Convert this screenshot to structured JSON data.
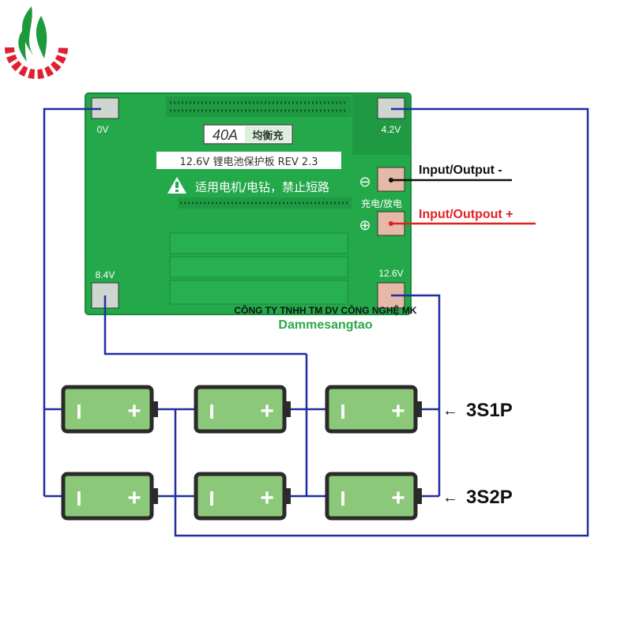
{
  "pcb": {
    "current_rating": "40A",
    "balance_label": "均衡充",
    "model_line": "12.6V 锂电池保护板 REV 2.3",
    "warning_line": "适用电机/电钻，禁止短路",
    "charge_discharge": "充电/放电",
    "minus_symbol": "⊖",
    "plus_symbol": "⊕",
    "pads": {
      "p0v": "0V",
      "p42v": "4.2V",
      "p84v": "8.4V",
      "p126v": "12.6V"
    }
  },
  "labels": {
    "output_negative": "Input/Output -",
    "output_positive": "Input/Outpout +",
    "config_1": "3S1P",
    "config_2": "3S2P",
    "arrow": "←"
  },
  "watermark": {
    "company": "CÔNG TY TNHH TM DV CÔNG NGHỆ MK",
    "brand": "Dammesangtao"
  },
  "battery": {
    "minus": "I",
    "plus": "+"
  },
  "colors": {
    "wire_blue": "#1f2fa0",
    "wire_black": "#111111",
    "wire_red": "#e02020",
    "battery_fill": "#8cc87a",
    "battery_border": "#2a2a2a",
    "pcb_green": "#23a84a",
    "logo_green": "#1e9a3c",
    "logo_red": "#e02030"
  }
}
